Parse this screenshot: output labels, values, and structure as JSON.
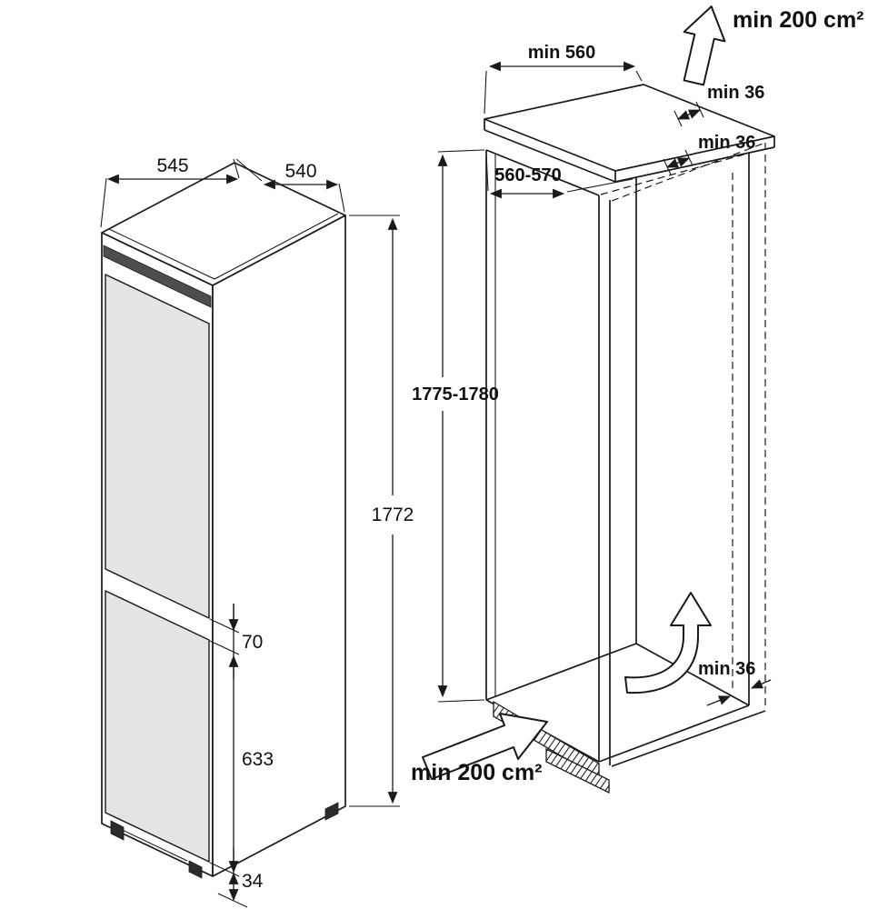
{
  "labels": {
    "appliance": {
      "depth": "545",
      "width": "540",
      "height": "1772",
      "door_gap": "70",
      "lower_door_height": "633",
      "plinth_height": "34"
    },
    "niche": {
      "top_ventilation": "min 200 cm²",
      "width": "min 560",
      "top_clearance": "min 36",
      "top_rear_clearance": "min 36",
      "depth": "560-570",
      "height": "1775-1780",
      "rear_clearance": "min 36",
      "bottom_ventilation": "min 200 cm²"
    }
  },
  "colors": {
    "line": "#1a1a1a",
    "door_fill": "#e4e4e4",
    "top_band": "#4d4d4d",
    "arrow_fill": "#ffffff",
    "background": "#ffffff"
  }
}
